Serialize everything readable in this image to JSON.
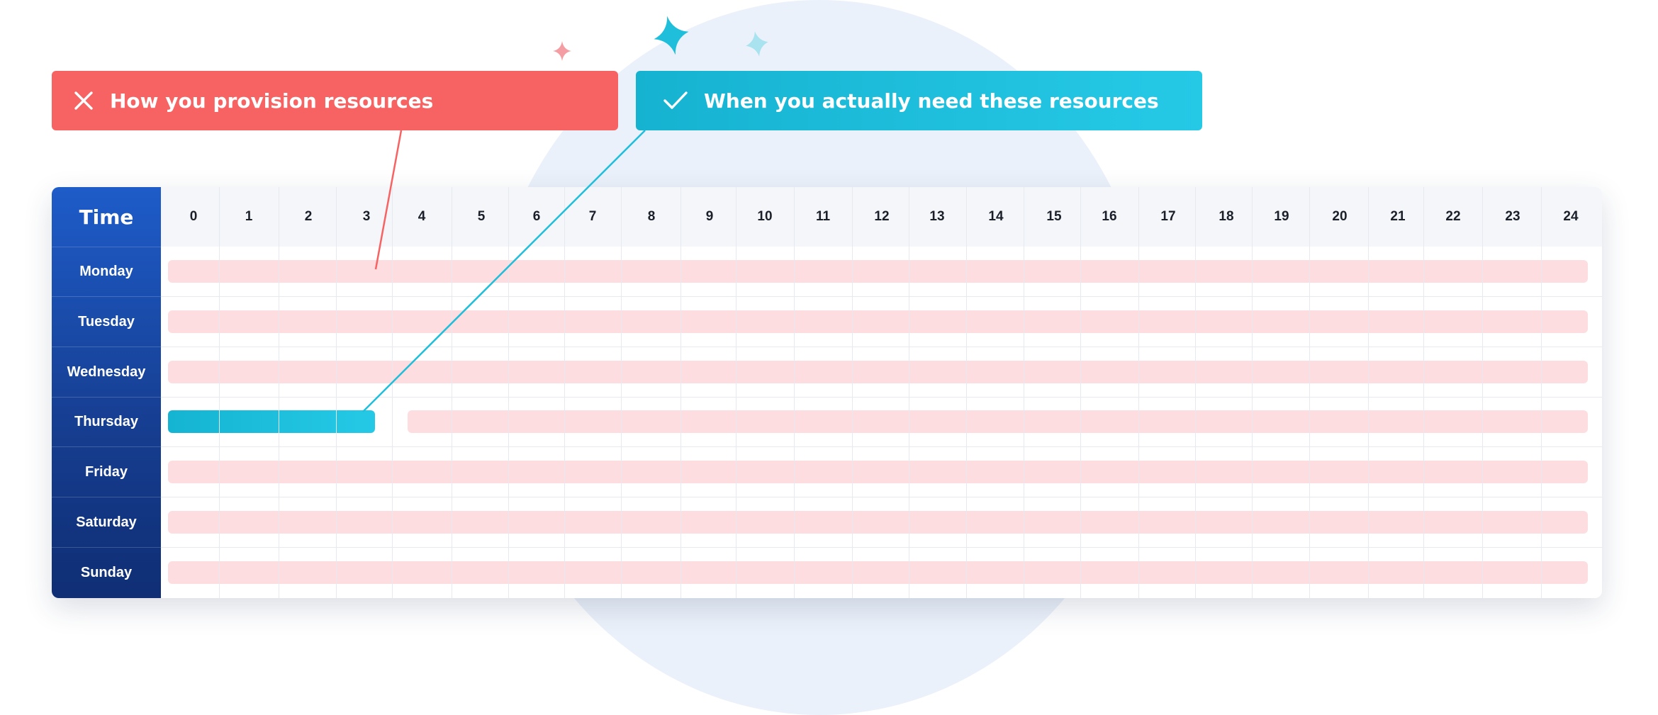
{
  "legend": {
    "provision_label": "How you provision resources",
    "need_label": "When you actually need these resources",
    "provision_icon": "close-icon",
    "need_icon": "check-icon",
    "provision_color": "#f76363",
    "need_color": "#1fbfdc"
  },
  "schedule": {
    "corner_label": "Time",
    "hours": [
      "0",
      "1",
      "2",
      "3",
      "4",
      "5",
      "6",
      "7",
      "8",
      "9",
      "10",
      "11",
      "12",
      "13",
      "14",
      "15",
      "16",
      "17",
      "18",
      "19",
      "20",
      "21",
      "22",
      "23",
      "24"
    ],
    "days": [
      "Monday",
      "Tuesday",
      "Wednesday",
      "Thursday",
      "Friday",
      "Saturday",
      "Sunday"
    ],
    "provisioned": [
      {
        "day": "Monday",
        "start": 0,
        "end": 24
      },
      {
        "day": "Tuesday",
        "start": 0,
        "end": 24
      },
      {
        "day": "Wednesday",
        "start": 0,
        "end": 24
      },
      {
        "day": "Thursday",
        "start": 4,
        "end": 24
      },
      {
        "day": "Friday",
        "start": 0,
        "end": 24
      },
      {
        "day": "Saturday",
        "start": 0,
        "end": 24
      },
      {
        "day": "Sunday",
        "start": 0,
        "end": 24
      }
    ],
    "needed": [
      {
        "day": "Thursday",
        "start": 0,
        "end": 3.5
      }
    ],
    "colors": {
      "day_column": "#1e5cc9",
      "header_bg": "#f4f6fa",
      "provision_bar": "#fcc8cc",
      "needed_bar": "#1fbfdc"
    }
  }
}
